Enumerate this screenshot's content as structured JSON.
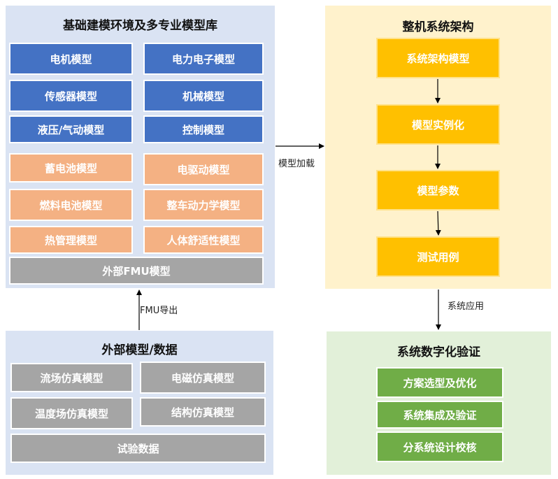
{
  "library": {
    "title": "基础建模环境及多专业模型库",
    "blue_models": [
      "电机模型",
      "电力电子模型",
      "传感器模型",
      "机械模型",
      "液压/气动模型",
      "控制模型"
    ],
    "peach_models": [
      "蓄电池模型",
      "电驱动模型",
      "燃料电池模型",
      "整车动力学模型",
      "热管理模型",
      "人体舒适性模型"
    ],
    "fmu_model": "外部FMU模型"
  },
  "external": {
    "title": "外部模型/数据",
    "models": [
      "流场仿真模型",
      "电磁仿真模型",
      "温度场仿真模型",
      "结构仿真模型"
    ],
    "test_data": "试验数据"
  },
  "architecture": {
    "title": "整机系统架构",
    "steps": [
      "系统架构模型",
      "模型实例化",
      "模型参数",
      "测试用例"
    ]
  },
  "verification": {
    "title": "系统数字化验证",
    "items": [
      "方案选型及优化",
      "系统集成及验证",
      "分系统设计校核"
    ]
  },
  "arrows": {
    "model_loading": "模型加载",
    "fmu_export": "FMU导出",
    "system_application": "系统应用"
  },
  "colors": {
    "library_bg": "#dae3f3",
    "architecture_bg": "#fff2cc",
    "verification_bg": "#e2f0d9",
    "blue": "#4472c4",
    "peach": "#f4b183",
    "gray": "#a5a5a5",
    "gold": "#ffc000",
    "green": "#70ad47"
  }
}
